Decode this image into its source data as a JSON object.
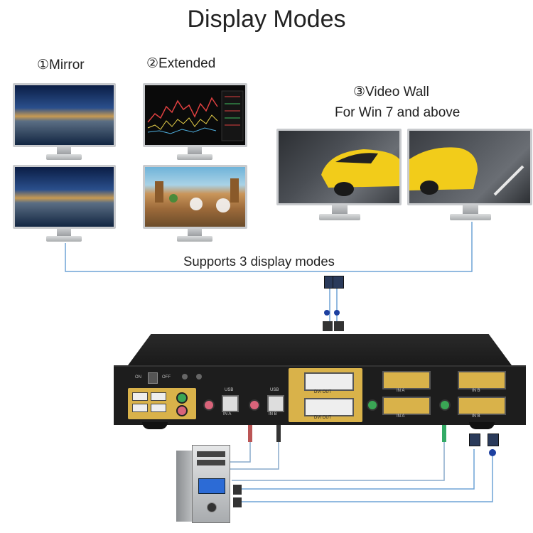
{
  "title": "Display Modes",
  "modes": {
    "mirror": "①Mirror",
    "extended": "②Extended",
    "video_wall": "③Video Wall",
    "video_wall_note": "For Win 7 and above"
  },
  "support_text": "Supports 3 display modes",
  "kvm_labels": {
    "dvi_out": "DVI OUT",
    "in_a": "IN A",
    "in_b": "IN B",
    "usb": "USB",
    "on": "ON",
    "off": "OFF"
  },
  "colors": {
    "cable_blue": "#6fa3d6",
    "kvm_body": "#1d1d1d",
    "dvi_gold": "#d9b24a",
    "audio_green": "#3aa655",
    "mic_pink": "#d9647a"
  }
}
